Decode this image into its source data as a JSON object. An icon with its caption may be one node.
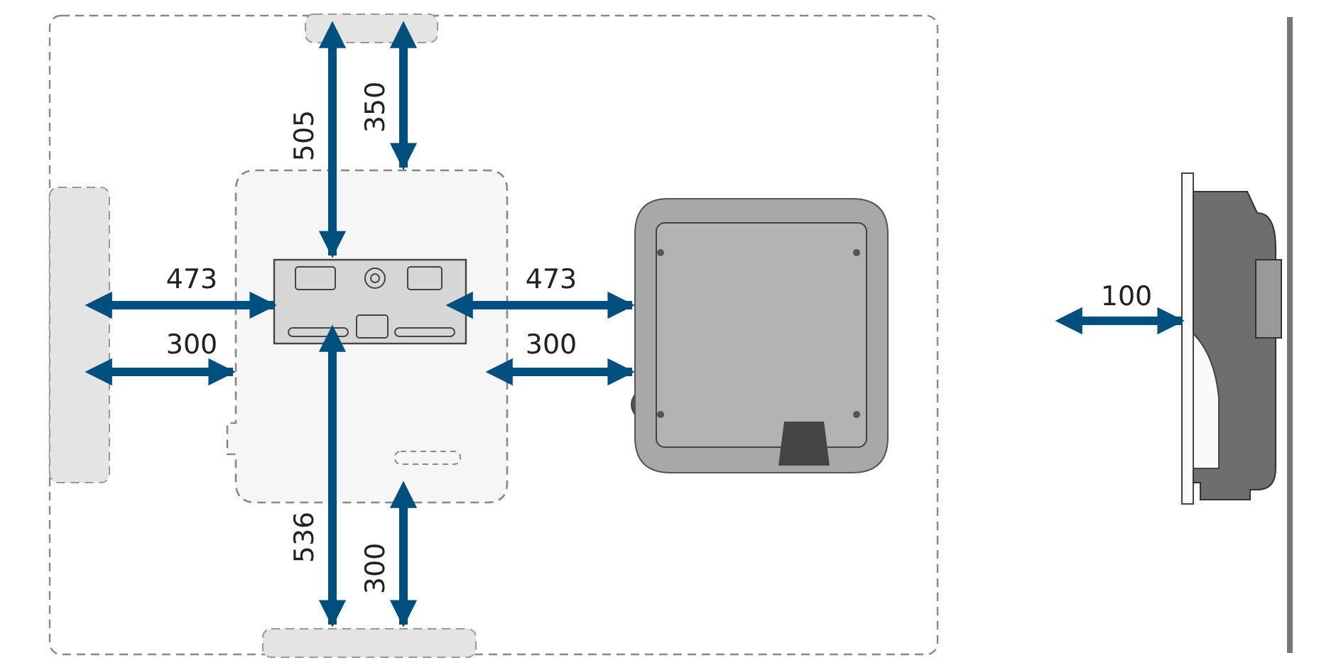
{
  "diagram": {
    "labels": [
      "350",
      "505",
      "473",
      "473",
      "100",
      "300",
      "300",
      "536",
      "300"
    ]
  }
}
